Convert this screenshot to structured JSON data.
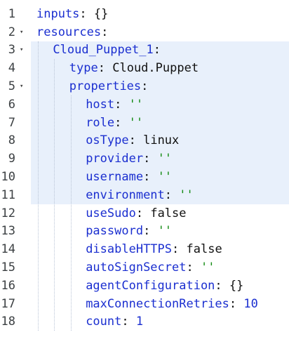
{
  "editor": {
    "lines": [
      {
        "n": "1",
        "indent": 0,
        "fold": "",
        "key": "inputs",
        "sep": ": ",
        "value": "{}",
        "vtype": "plain"
      },
      {
        "n": "2",
        "indent": 0,
        "fold": "▾",
        "key": "resources",
        "sep": ":",
        "value": "",
        "vtype": "plain"
      },
      {
        "n": "3",
        "indent": 1,
        "fold": "▾",
        "key": "Cloud_Puppet_1",
        "sep": ":",
        "value": "",
        "vtype": "plain"
      },
      {
        "n": "4",
        "indent": 2,
        "fold": "",
        "key": "type",
        "sep": ": ",
        "value": "Cloud.Puppet",
        "vtype": "plain"
      },
      {
        "n": "5",
        "indent": 2,
        "fold": "▾",
        "key": "properties",
        "sep": ":",
        "value": "",
        "vtype": "plain"
      },
      {
        "n": "6",
        "indent": 3,
        "fold": "",
        "key": "host",
        "sep": ": ",
        "value": "''",
        "vtype": "str"
      },
      {
        "n": "7",
        "indent": 3,
        "fold": "",
        "key": "role",
        "sep": ": ",
        "value": "''",
        "vtype": "str"
      },
      {
        "n": "8",
        "indent": 3,
        "fold": "",
        "key": "osType",
        "sep": ": ",
        "value": "linux",
        "vtype": "plain"
      },
      {
        "n": "9",
        "indent": 3,
        "fold": "",
        "key": "provider",
        "sep": ": ",
        "value": "''",
        "vtype": "str"
      },
      {
        "n": "10",
        "indent": 3,
        "fold": "",
        "key": "username",
        "sep": ": ",
        "value": "''",
        "vtype": "str"
      },
      {
        "n": "11",
        "indent": 3,
        "fold": "",
        "key": "environment",
        "sep": ": ",
        "value": "''",
        "vtype": "str"
      },
      {
        "n": "12",
        "indent": 3,
        "fold": "",
        "key": "useSudo",
        "sep": ": ",
        "value": "false",
        "vtype": "plain"
      },
      {
        "n": "13",
        "indent": 3,
        "fold": "",
        "key": "password",
        "sep": ": ",
        "value": "''",
        "vtype": "str"
      },
      {
        "n": "14",
        "indent": 3,
        "fold": "",
        "key": "disableHTTPS",
        "sep": ": ",
        "value": "false",
        "vtype": "plain"
      },
      {
        "n": "15",
        "indent": 3,
        "fold": "",
        "key": "autoSignSecret",
        "sep": ": ",
        "value": "''",
        "vtype": "str"
      },
      {
        "n": "16",
        "indent": 3,
        "fold": "",
        "key": "agentConfiguration",
        "sep": ": ",
        "value": "{}",
        "vtype": "plain"
      },
      {
        "n": "17",
        "indent": 3,
        "fold": "",
        "key": "maxConnectionRetries",
        "sep": ": ",
        "value": "10",
        "vtype": "num"
      },
      {
        "n": "18",
        "indent": 3,
        "fold": "",
        "key": "count",
        "sep": ": ",
        "value": "1",
        "vtype": "num"
      }
    ],
    "highlight": {
      "from_line": "3",
      "to_line": "11"
    }
  }
}
